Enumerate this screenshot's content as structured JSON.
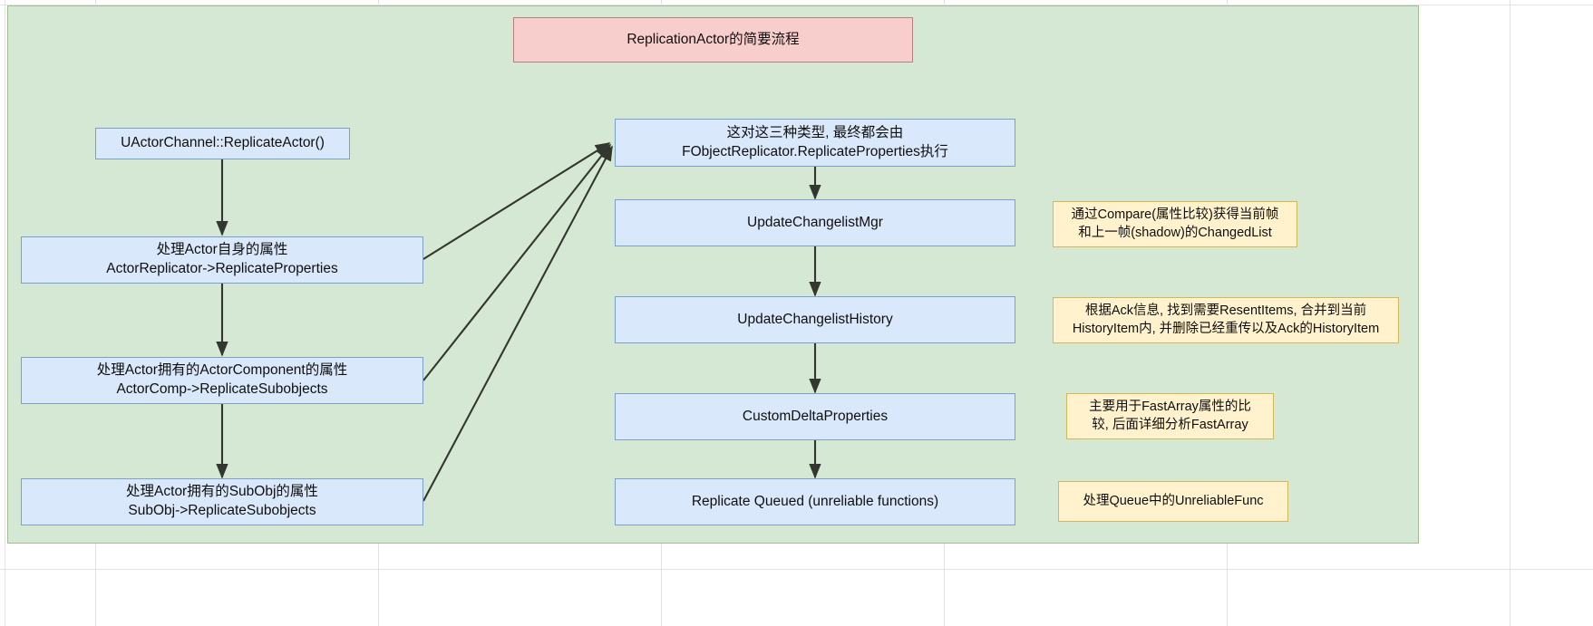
{
  "diagram": {
    "type": "flowchart",
    "title_node": {
      "label": "ReplicationActor的简要流程",
      "color": "#f8cecc"
    },
    "left_column": [
      {
        "label": "UActorChannel::ReplicateActor()"
      },
      {
        "label": "处理Actor自身的属性\nActorReplicator->ReplicateProperties"
      },
      {
        "label": "处理Actor拥有的ActorComponent的属性\nActorComp->ReplicateSubobjects"
      },
      {
        "label": "处理Actor拥有的SubObj的属性\nSubObj->ReplicateSubobjects"
      }
    ],
    "right_column": [
      {
        "label": "这对这三种类型, 最终都会由\nFObjectReplicator.ReplicateProperties执行"
      },
      {
        "label": "UpdateChangelistMgr"
      },
      {
        "label": "UpdateChangelistHistory"
      },
      {
        "label": "CustomDeltaProperties"
      },
      {
        "label": "Replicate Queued (unreliable functions)"
      }
    ],
    "notes": [
      {
        "label": "通过Compare(属性比较)获得当前帧\n和上一帧(shadow)的ChangedList"
      },
      {
        "label": "根据Ack信息, 找到需要ResentItems, 合并到当前\nHistoryItem内, 并删除已经重传以及Ack的HistoryItem"
      },
      {
        "label": "主要用于FastArray属性的比\n较, 后面详细分析FastArray"
      },
      {
        "label": "处理Queue中的UnreliableFunc"
      }
    ],
    "colors": {
      "background": "#d5e8d4",
      "background_border": "#9fbf8f",
      "node_fill": "#dae8fc",
      "node_border": "#7a9fd1",
      "title_fill": "#f8cecc",
      "title_border": "#b5807e",
      "note_fill": "#fff2cc",
      "note_border": "#d6b656",
      "edge": "#33372f"
    }
  }
}
